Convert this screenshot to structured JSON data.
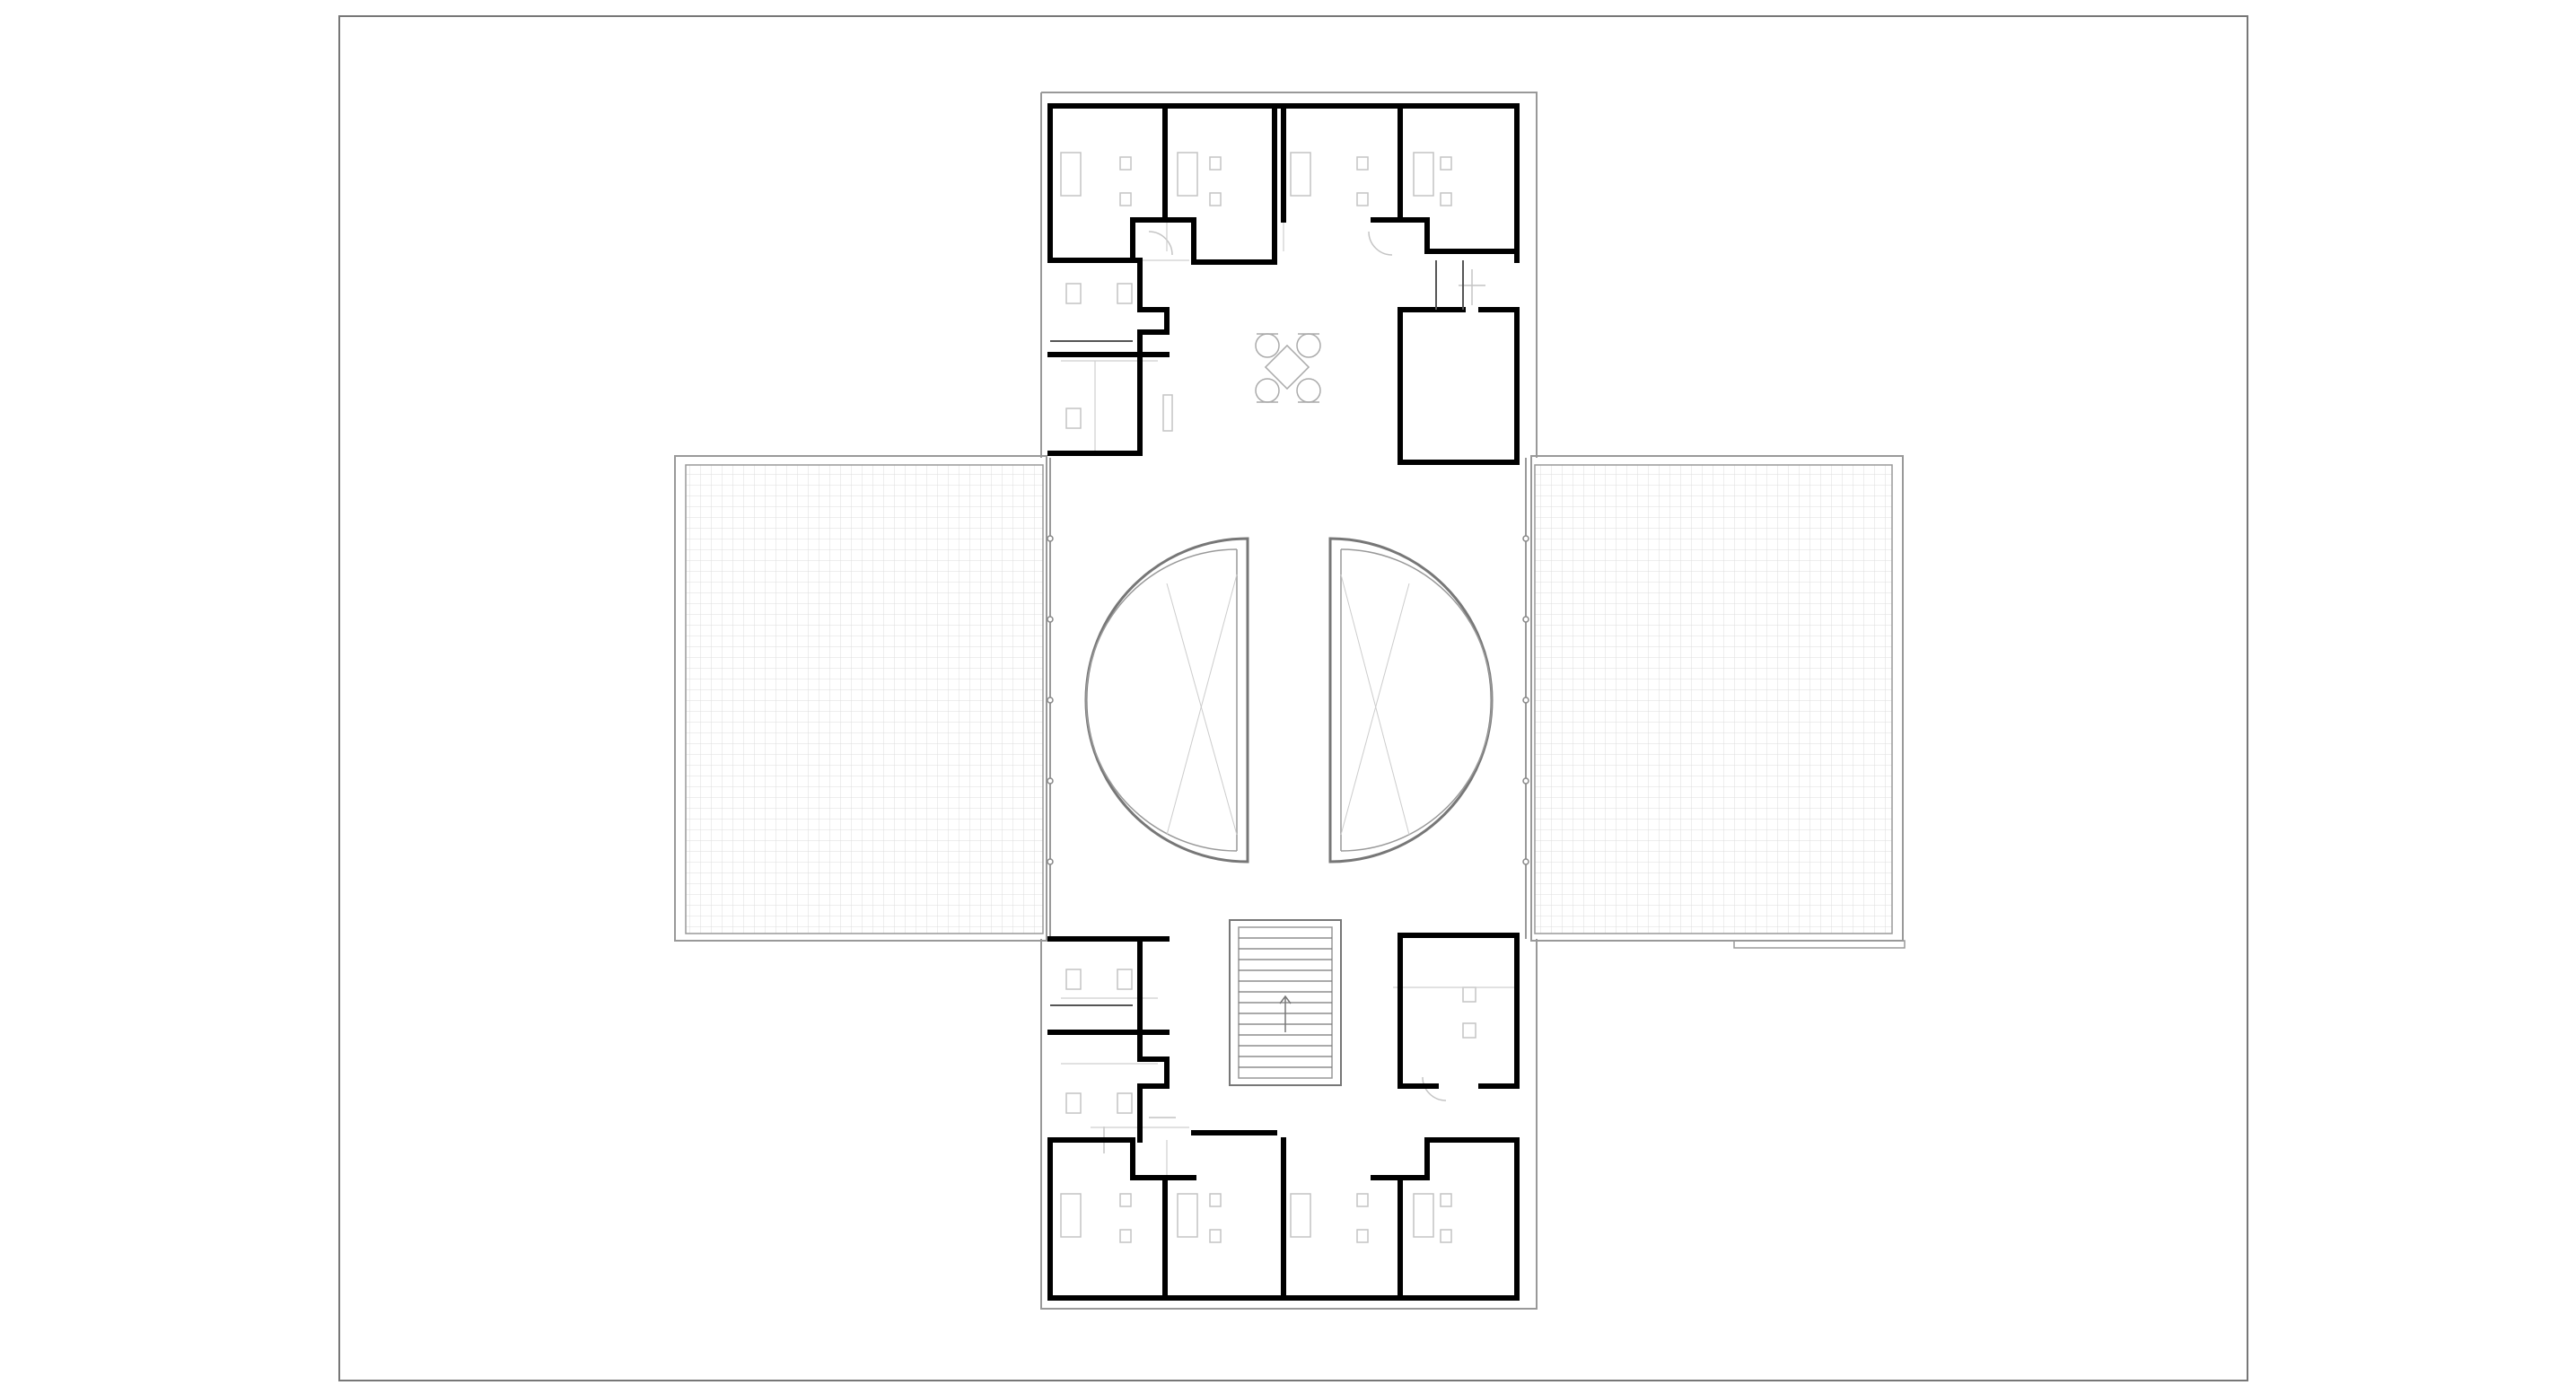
{
  "drawing": {
    "kind": "architectural floor plan",
    "text_labels": [],
    "colors": {
      "background": "#ffffff",
      "wall": "#000000",
      "outline": "#9a9a9a",
      "fixture": "#bdbdbd",
      "grid": "#d9d9d9",
      "border": "#777777"
    },
    "elements": {
      "north_wing_rooms": 4,
      "south_wing_rooms": 4,
      "terraces": 2,
      "half_round_voids": 2,
      "stair_treads": 14,
      "lounge_chairs": 4
    }
  }
}
